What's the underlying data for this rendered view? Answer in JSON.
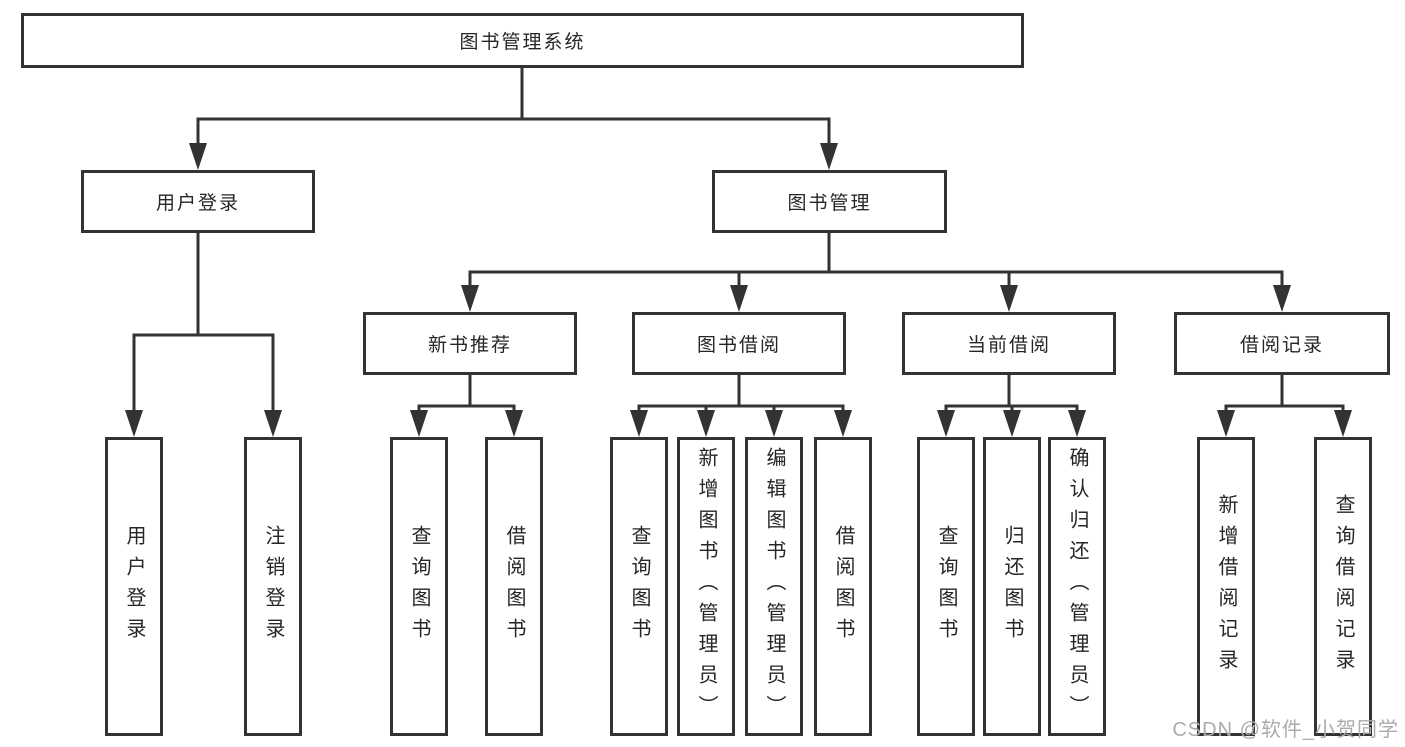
{
  "diagram": {
    "root": {
      "label": "图书管理系统"
    },
    "level2": [
      {
        "label": "用户登录"
      },
      {
        "label": "图书管理"
      }
    ],
    "level3": [
      {
        "label": "新书推荐"
      },
      {
        "label": "图书借阅"
      },
      {
        "label": "当前借阅"
      },
      {
        "label": "借阅记录"
      }
    ],
    "leaves": {
      "login": [
        {
          "label": "用户登录"
        },
        {
          "label": "注销登录"
        }
      ],
      "recommend": [
        {
          "label": "查询图书"
        },
        {
          "label": "借阅图书"
        }
      ],
      "borrow": [
        {
          "label": "查询图书"
        },
        {
          "label": "新增图书（管理员）"
        },
        {
          "label": "编辑图书（管理员）"
        },
        {
          "label": "借阅图书"
        }
      ],
      "current": [
        {
          "label": "查询图书"
        },
        {
          "label": "归还图书"
        },
        {
          "label": "确认归还（管理员）"
        }
      ],
      "records": [
        {
          "label": "新增借阅记录"
        },
        {
          "label": "查询借阅记录"
        }
      ]
    }
  },
  "watermark": {
    "text": "CSDN @软件_小贺同学"
  },
  "colors": {
    "line": "#333333",
    "text": "#262626",
    "watermark": "#ababab",
    "background": "#ffffff"
  }
}
